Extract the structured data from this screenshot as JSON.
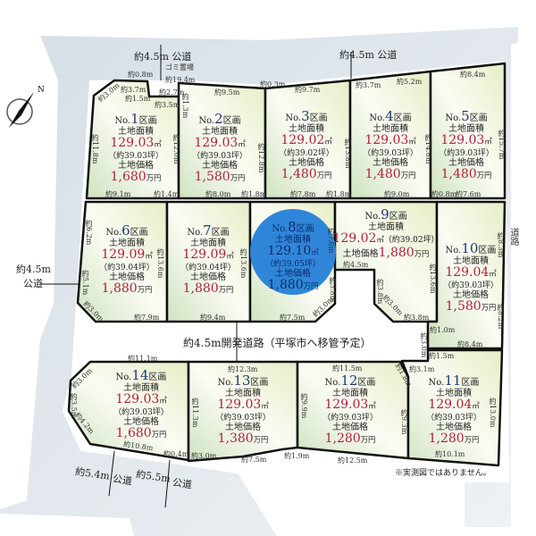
{
  "colors": {
    "lot_fill": "#e8f0d2",
    "highlight": "#2f86d8",
    "road": "#dfe6ec",
    "price": "#b0243a",
    "number": "#1e3a7a"
  },
  "compass": {
    "label": "N",
    "icon": "north-arrow-icon"
  },
  "roads": {
    "top_left": "約4.5m 公道",
    "garbage": "ゴミ置場",
    "top_right": "約4.5m 公道",
    "left": "約4.5m",
    "left_label": "公道",
    "right": "道路",
    "dev_road": "約4.5m開発道路（平塚市へ移管予定）",
    "bottom_a": "約5.4m",
    "bottom_a_label": "公道",
    "bottom_b": "約5.5m",
    "bottom_b_label": "公道"
  },
  "labels": {
    "area": "土地面積",
    "price": "土地価格",
    "unit_area": "㎡",
    "unit_price": "万円",
    "section": "区画"
  },
  "lots": [
    {
      "no": "1",
      "area": "129.03",
      "tsubo": "（約39.03坪）",
      "price": "1,680"
    },
    {
      "no": "2",
      "area": "129.03",
      "tsubo": "（約39.03坪）",
      "price": "1,580"
    },
    {
      "no": "3",
      "area": "129.02",
      "tsubo": "（約39.02坪）",
      "price": "1,480"
    },
    {
      "no": "4",
      "area": "129.03",
      "tsubo": "（約39.03坪）",
      "price": "1,480"
    },
    {
      "no": "5",
      "area": "129.03",
      "tsubo": "（約39.03坪）",
      "price": "1,480"
    },
    {
      "no": "6",
      "area": "129.09",
      "tsubo": "（約39.04坪）",
      "price": "1,880"
    },
    {
      "no": "7",
      "area": "129.09",
      "tsubo": "（約39.04坪）",
      "price": "1,880"
    },
    {
      "no": "8",
      "area": "129.10",
      "tsubo": "（約39.05坪）",
      "price": "1,880",
      "highlight": true
    },
    {
      "no": "9",
      "area": "129.02",
      "tsubo": "（約39.02坪）",
      "price": "1,880"
    },
    {
      "no": "10",
      "area": "129.04",
      "tsubo": "（約39.03坪）",
      "price": "1,580"
    },
    {
      "no": "14",
      "area": "129.03",
      "tsubo": "（約39.03坪）",
      "price": "1,680"
    },
    {
      "no": "13",
      "area": "129.03",
      "tsubo": "（約39.03坪）",
      "price": "1,380"
    },
    {
      "no": "12",
      "area": "129.03",
      "tsubo": "（約39.03坪）",
      "price": "1,280"
    },
    {
      "no": "11",
      "area": "129.04",
      "tsubo": "（約39.03坪）",
      "price": "1,280"
    }
  ],
  "dims": [
    "約0.8m",
    "約19.4m",
    "約3.0m",
    "約3.7m",
    "約2.7m",
    "約1.5m",
    "約3.5m",
    "約1.3m",
    "約9.5m",
    "約0.3m",
    "約9.7m",
    "約3.7m",
    "約5.2m",
    "約8.4m",
    "約11.8m",
    "約12.0m",
    "約12.8m",
    "約13.8m",
    "約14.8m",
    "約15.7m",
    "約9.1m",
    "約1.4m",
    "約8.0m",
    "約1.8m",
    "約7.8m",
    "約1.8m",
    "約9.0m",
    "約0.8m",
    "約7.6m",
    "約6.2m",
    "約5.1m",
    "約3.0m",
    "約13.6m",
    "約13.6m",
    "約7.9m",
    "約9.4m",
    "約7.5m",
    "約7.6m",
    "約3.8m",
    "約3.0m",
    "約4.5m",
    "約3.8m",
    "約3.0m",
    "約3.8m",
    "約13.6m",
    "約8.3m",
    "約8.2m",
    "約1.0m",
    "約3.0m",
    "約8.4m",
    "約1.5m",
    "約11.1m",
    "約12.3m",
    "約11.5m",
    "約3.1m",
    "約1.8m",
    "約3.0m",
    "約3.5m",
    "約4.2m",
    "約11.3m",
    "約9.9m",
    "約9.3m",
    "約13.0m",
    "約10.8m",
    "約0.4m",
    "約3.0m",
    "約7.5m",
    "約1.9m",
    "約12.5m",
    "約10.1m"
  ],
  "note": "※実測図ではありません。"
}
